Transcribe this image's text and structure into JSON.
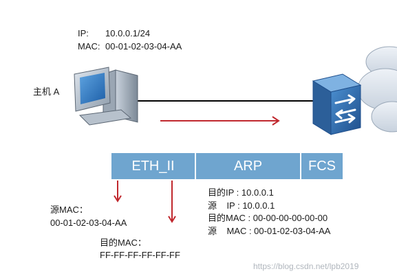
{
  "host": {
    "label": "主机 A",
    "ip_label": "IP:",
    "ip_value": "10.0.0.1/24",
    "mac_label": "MAC:",
    "mac_value": "00-01-02-03-04-AA"
  },
  "frame": {
    "fields": [
      {
        "label": "ETH_II"
      },
      {
        "label": "ARP"
      },
      {
        "label": "FCS"
      }
    ],
    "cell_color": "#6fa5cf"
  },
  "eth_header": {
    "src_mac_label": "源MAC：",
    "src_mac_value": "00-01-02-03-04-AA",
    "dst_mac_label": "目的MAC：",
    "dst_mac_value": "FF-FF-FF-FF-FF-FF"
  },
  "arp_payload": {
    "lines": [
      "目的IP : 10.0.0.1",
      "源    IP : 10.0.0.1",
      "目的MAC : 00-00-00-00-00-00",
      "源    MAC : 00-01-02-03-04-AA"
    ]
  },
  "watermark": "https://blog.csdn.net/lpb2019",
  "colors": {
    "arrow": "#c0272d",
    "link": "#000000",
    "switch_body": "#2f6fb0"
  }
}
